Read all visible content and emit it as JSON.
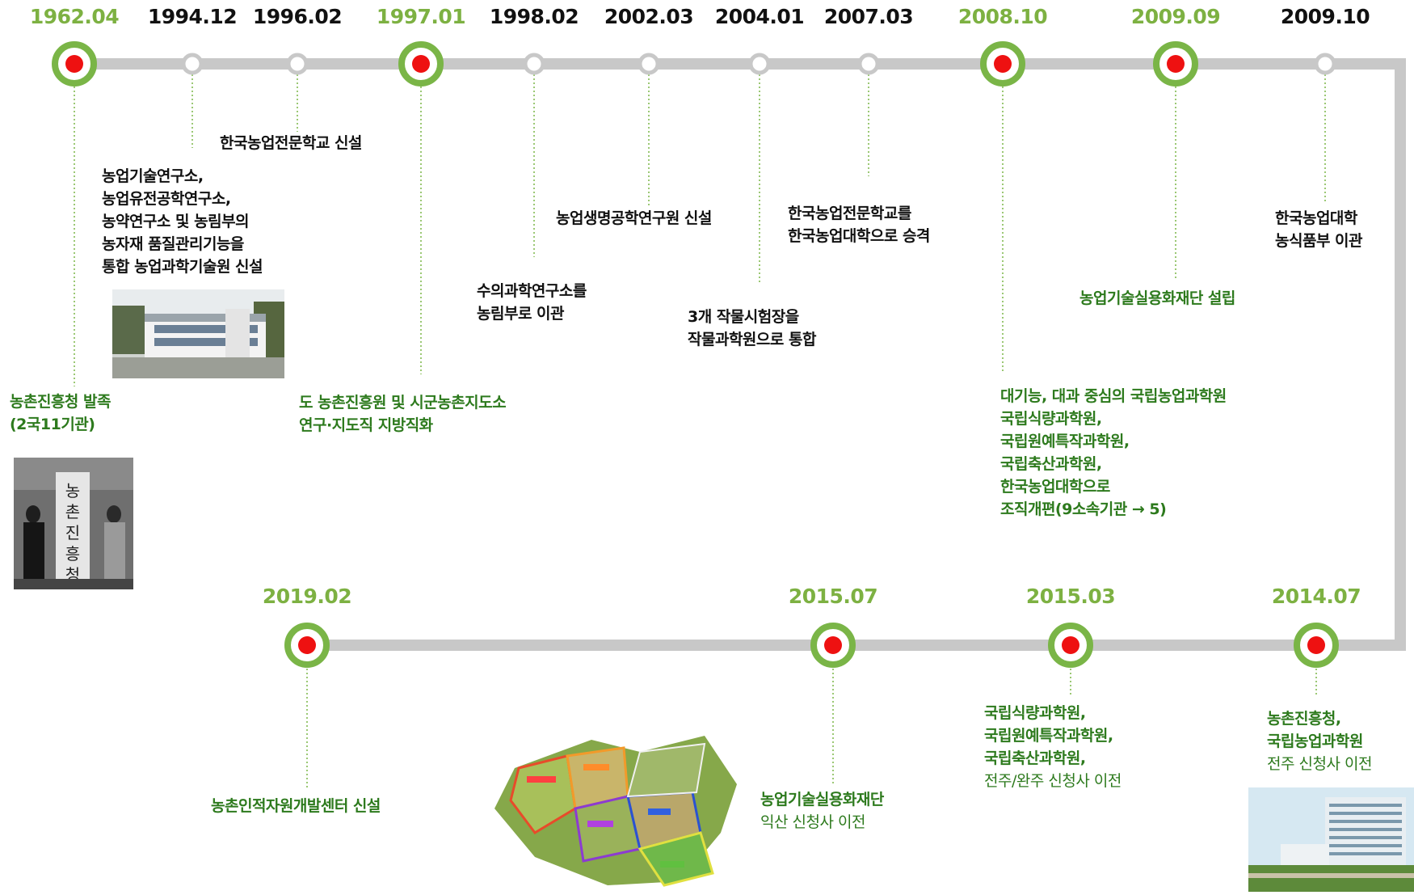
{
  "colors": {
    "track": "#c8c8c8",
    "ring": "#7ab547",
    "dot": "#ee1111",
    "green_text": "#2d7a1d",
    "year_green": "#7db142"
  },
  "top_events": [
    {
      "year": "1962.04",
      "major": true,
      "label": [
        "농촌진흥청 발족",
        "(2국11기관)"
      ],
      "green": true
    },
    {
      "year": "1994.12",
      "major": false,
      "label": [
        "농업기술연구소,",
        "농업유전공학연구소,",
        "농약연구소 및 농림부의",
        "농자재 품질관리기능을",
        "통합 농업과학기술원 신설"
      ],
      "green": false
    },
    {
      "year": "1996.02",
      "major": false,
      "label": [
        "한국농업전문학교 신설"
      ],
      "green": false
    },
    {
      "year": "1997.01",
      "major": true,
      "label": [
        "도 농촌진흥원 및 시군농촌지도소",
        "연구·지도직 지방직화"
      ],
      "green": true
    },
    {
      "year": "1998.02",
      "major": false,
      "label": [
        "수의과학연구소를",
        "농림부로 이관"
      ],
      "green": false
    },
    {
      "year": "2002.03",
      "major": false,
      "label": [
        "농업생명공학연구원 신설"
      ],
      "green": false
    },
    {
      "year": "2004.01",
      "major": false,
      "label": [
        "3개 작물시험장을",
        "작물과학원으로 통합"
      ],
      "green": false
    },
    {
      "year": "2007.03",
      "major": false,
      "label": [
        "한국농업전문학교를",
        "한국농업대학으로 승격"
      ],
      "green": false
    },
    {
      "year": "2008.10",
      "major": true,
      "label": [
        "대기능, 대과 중심의 국립농업과학원",
        "국립식량과학원,",
        "국립원예특작과학원,",
        "국립축산과학원,",
        "한국농업대학으로",
        "조직개편(9소속기관 → 5)"
      ],
      "green": true
    },
    {
      "year": "2009.09",
      "major": true,
      "label": [
        "농업기술실용화재단 설립"
      ],
      "green": true
    },
    {
      "year": "2009.10",
      "major": false,
      "label": [
        "한국농업대학",
        "농식품부 이관"
      ],
      "green": false
    }
  ],
  "bottom_events": [
    {
      "year": "2019.02",
      "label_bold": [
        "농촌인적자원개발센터 신설"
      ],
      "label_normal": []
    },
    {
      "year": "2015.07",
      "label_bold": [
        "농업기술실용화재단"
      ],
      "label_normal": [
        "익산 신청사 이전"
      ]
    },
    {
      "year": "2015.03",
      "label_bold": [
        "국립식량과학원,",
        "국립원예특작과학원,",
        "국립축산과학원,"
      ],
      "label_normal": [
        "전주/완주 신청사 이전"
      ]
    },
    {
      "year": "2014.07",
      "label_bold": [
        "농촌진흥청,",
        "국립농업과학원"
      ],
      "label_normal": [
        "전주 신청사 이전"
      ]
    }
  ],
  "photos": {
    "sign": {
      "text": "농촌진흥청"
    }
  }
}
